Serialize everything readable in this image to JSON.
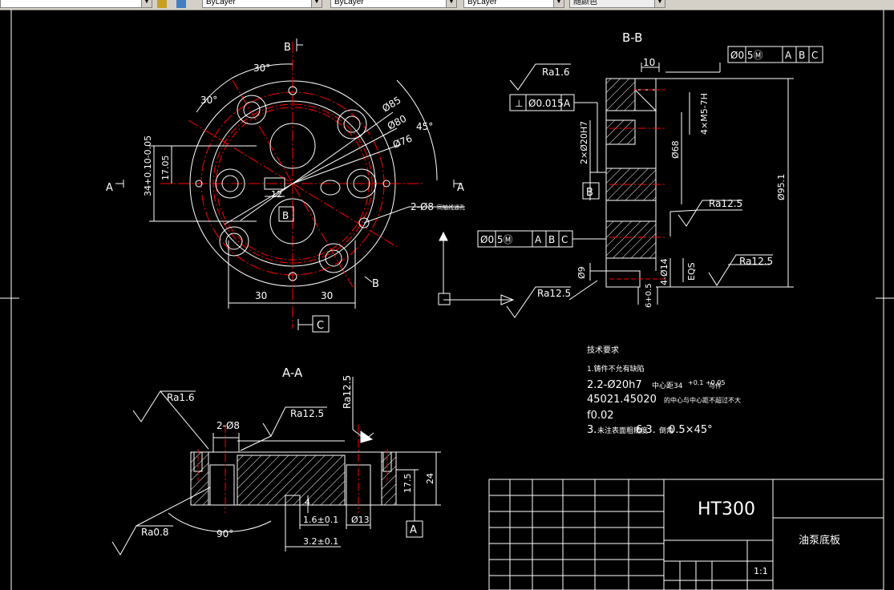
{
  "toolbar": {
    "linetype_value": "ByLayer",
    "lineweight_value": "ByLayer",
    "plotstyle_value": "ByLayer",
    "color_value": "随颜色"
  },
  "colors": {
    "background": "#000000",
    "outline": "#ffffff",
    "centerline": "#ff0000",
    "toolbar": "#d4d0c8"
  },
  "plan_view": {
    "section_b": "B",
    "section_a": "A",
    "angle_top": "30°",
    "angle_left": "30°",
    "angle_right": "45°",
    "dia_85": "Ø85",
    "dia_80": "Ø80",
    "dia_76": "Ø76",
    "dim_17": "17.05",
    "dim_34": "34+0.10-0.05",
    "dim_12": "12",
    "hole_note": "2-Ø8",
    "hole_note_small": "同轴线通孔",
    "dim_30_left": "30",
    "dim_30_right": "30",
    "datum_c": "C",
    "datum_b_label": "B"
  },
  "section_bb": {
    "title": "B-B",
    "dim_10": "10",
    "tol_frame": [
      "Ø0.5Ⓜ",
      "A",
      "B",
      "C"
    ],
    "ra_top": "Ra1.6",
    "perp_frame": [
      "⊥",
      "Ø0.015",
      "A"
    ],
    "thread": "4×M5-7H",
    "bore": "2×Ø20H7",
    "dia_68": "Ø68",
    "dia_95": "Ø95.1",
    "datum_b": "B",
    "ra_mid": "Ra12.5",
    "tol_frame2": [
      "Ø0.5Ⓜ",
      "A",
      "B",
      "C"
    ],
    "cb": "4-Ø14",
    "dim_9": "Ø9",
    "eqs": "EQS",
    "ra_right": "Ra12.5",
    "ra_bottom": "Ra12.5",
    "dim_6": "6+0.5"
  },
  "section_aa": {
    "title": "A-A",
    "ra_left": "Ra1.6",
    "dia_8": "2-Ø8",
    "ra_mid": "Ra12.5",
    "ra_top": "Ra12.5",
    "dim_175": "17.5",
    "dim_24": "24",
    "ra_bottom": "Ra0.8",
    "angle_90": "90°",
    "dim_4": "4",
    "dim_16": "1.6±0.1",
    "dim_32": "3.2±0.1",
    "dim_13": "Ø13",
    "datum_a": "A"
  },
  "notes": {
    "heading": "技术要求",
    "line1": "1.铸件不允有缺陷",
    "line2_main": "2.2-Ø20h7",
    "line2_small": "中心距34",
    "line2_tol": "+0.1 +0.05",
    "line2_end": "与件",
    "line3_main": "45021.45020",
    "line3_small": "的中心与中心距不超过不大",
    "line4": "f0.02",
    "line5_main": "3.",
    "line5_small": "未注表面粗糙度",
    "line5_mid": "6.3.",
    "line5_small2": "倒角",
    "line5_end": "0.5×45°"
  },
  "title_block": {
    "material": "HT300",
    "part_name": "油泵底板",
    "scale": "1:1"
  }
}
